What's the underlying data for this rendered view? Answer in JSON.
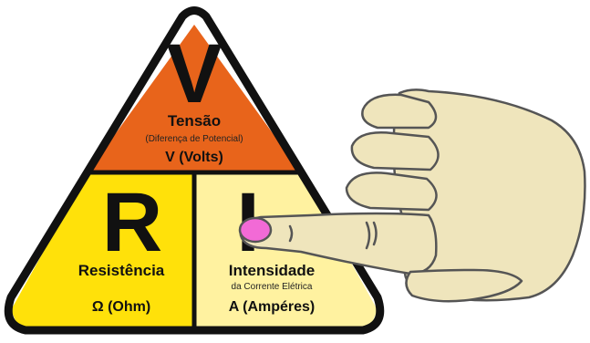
{
  "triangle": {
    "top": {
      "letter": "V",
      "title": "Tensão",
      "subtitle": "(Diferença de Potencial)",
      "unit": "V (Volts)",
      "color": "#E8641B"
    },
    "left": {
      "letter": "R",
      "title": "Resistência",
      "unit": "Ω (Ohm)",
      "color": "#FFE10A"
    },
    "right": {
      "letter": "I",
      "title": "Intensidade",
      "subtitle": "da Corrente Elétrica",
      "unit": "A (Ampéres)",
      "color": "#FFF2A0"
    },
    "border_color": "#111111"
  },
  "hand": {
    "skin_color": "#EFE5BC",
    "nail_color": "#F26AD6",
    "outline_color": "#555555"
  }
}
